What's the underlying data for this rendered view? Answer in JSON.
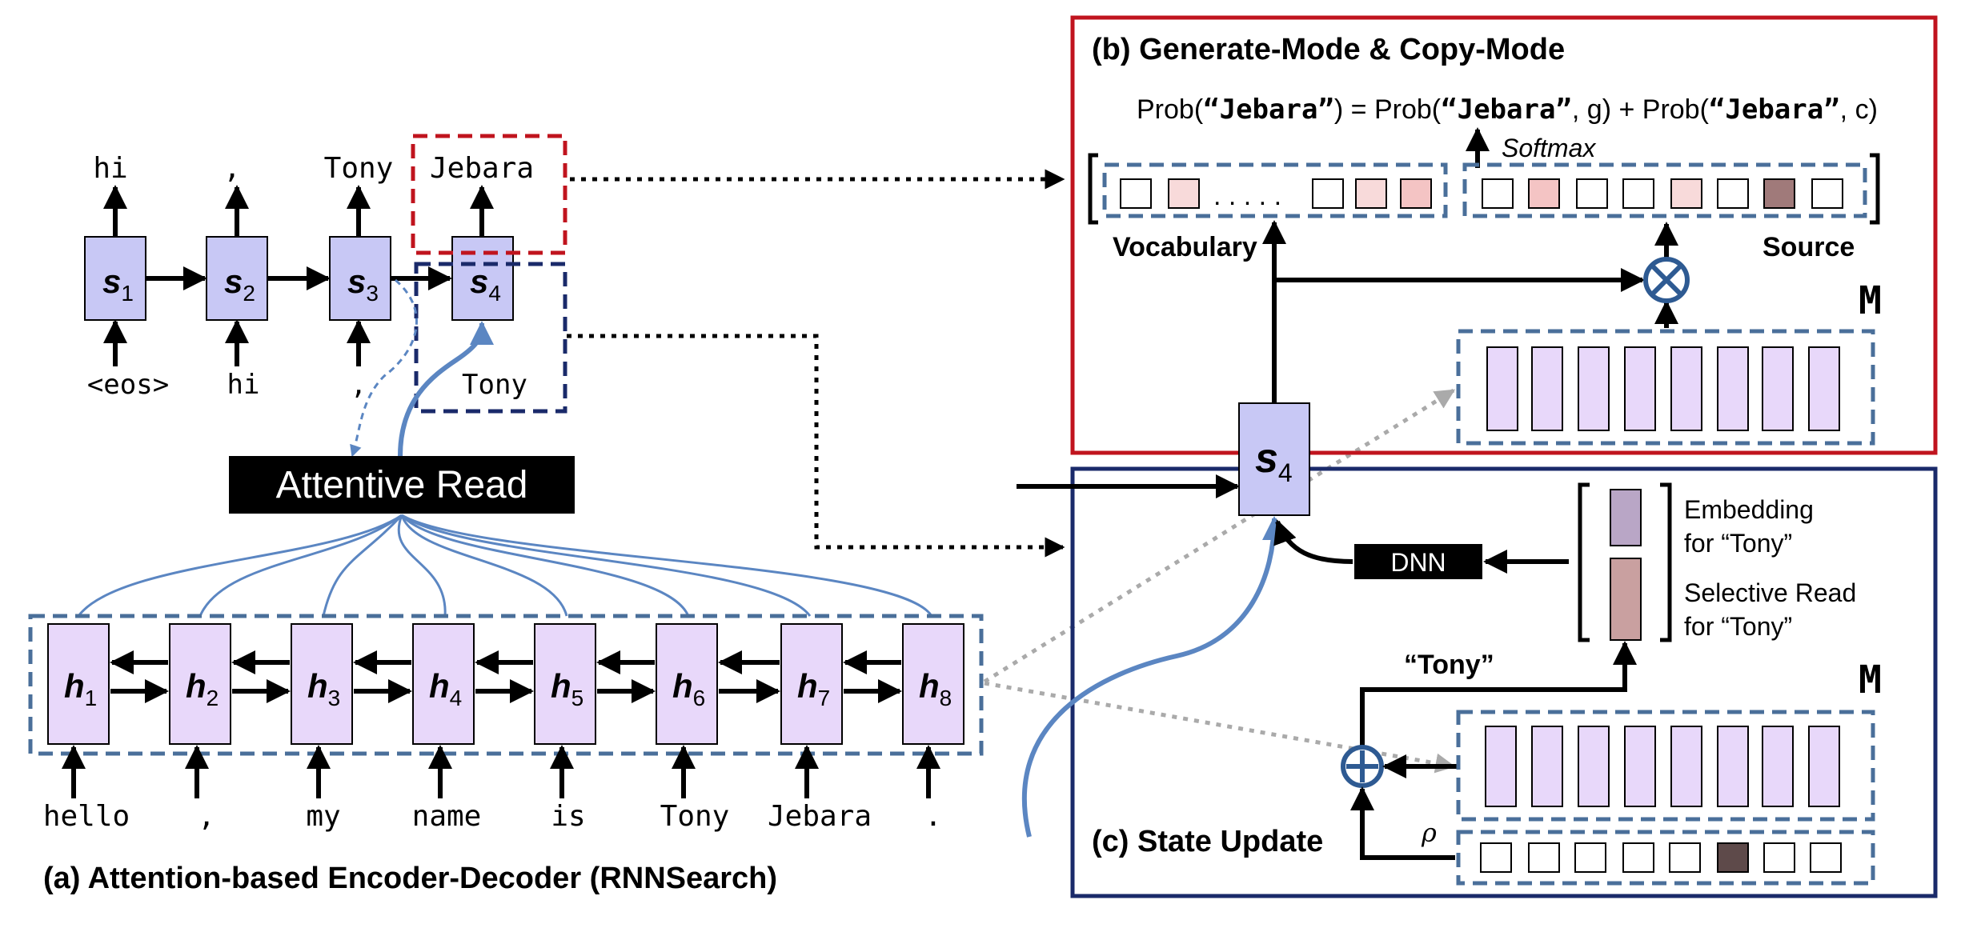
{
  "panel_a": {
    "caption": "(a) Attention-based Encoder-Decoder (RNNSearch)",
    "decoder_states": [
      "s",
      "s",
      "s",
      "s"
    ],
    "decoder_subscripts": [
      "1",
      "2",
      "3",
      "4"
    ],
    "decoder_outputs": [
      "hi",
      ",",
      "Tony",
      "Jebara"
    ],
    "decoder_inputs": [
      "<eos>",
      "hi",
      ",",
      "Tony"
    ],
    "attentive_read": "Attentive Read",
    "encoder_states": [
      "h",
      "h",
      "h",
      "h",
      "h",
      "h",
      "h",
      "h"
    ],
    "encoder_subscripts": [
      "1",
      "2",
      "3",
      "4",
      "5",
      "6",
      "7",
      "8"
    ],
    "encoder_inputs": [
      "hello",
      ",",
      "my",
      "name",
      "is",
      "Tony",
      "Jebara",
      "."
    ]
  },
  "panel_b": {
    "title": "(b) Generate-Mode & Copy-Mode",
    "formula": {
      "p1": "Prob(",
      "q1": "“Jebara”",
      "p2": ") = Prob(",
      "q2": "“Jebara”",
      "p3": ", g) + Prob(",
      "q3": "“Jebara”",
      "p4": ", c)"
    },
    "softmax": "Softmax",
    "vocab_dots": ". . .  . .",
    "vocabulary_label": "Vocabulary",
    "source_label": "Source",
    "memory_label": "M",
    "state": "s",
    "state_sub": "4"
  },
  "panel_c": {
    "title": "(c) State Update",
    "dnn": "DNN",
    "embedding_line1": "Embedding",
    "embedding_line2": "for “Tony”",
    "selective_line1": "Selective Read",
    "selective_line2": "for “Tony”",
    "tony_label": "“Tony”",
    "memory_label": "M",
    "rho": "ρ"
  },
  "colors": {
    "state_fill": "#c8c8f5",
    "encoder_fill": "#e8d8fa",
    "dashed_blue": "#4a6f9a",
    "red_frame": "#c0141e",
    "navy_frame": "#1a2a6a",
    "curve_blue": "#5b86c2",
    "pink_light": "#f8dada",
    "pink_mid": "#f4c4c4",
    "brown": "#a07a7a",
    "dark_source": "#5e4a4a",
    "embedding_fill": "#b9a6c6",
    "selective_fill": "#c9a0a0"
  }
}
